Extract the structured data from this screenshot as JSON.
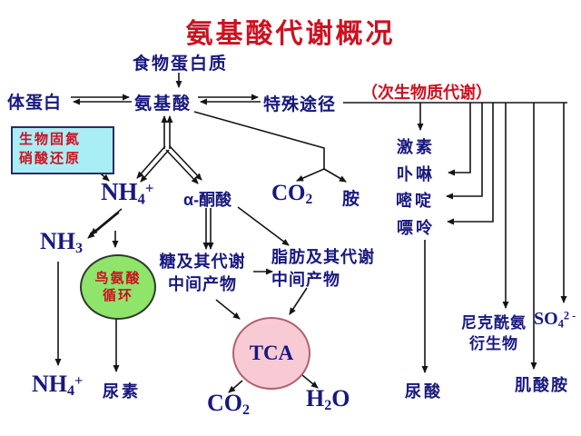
{
  "title": "氨基酸代谢概况",
  "colors": {
    "text_navy": "#18187e",
    "accent_red": "#cc1120",
    "nitrogen_box_bg": "#a9edf5",
    "ornithine_ellipse_bg": "#8fe46a",
    "tca_circle_bg": "#f8cbd4"
  },
  "nodes": {
    "food_protein": "食物蛋白质",
    "body_protein": "体蛋白",
    "amino_acid": "氨基酸",
    "special_pathway": "特殊途径",
    "secondary_metabolism": "（次生物质代谢）",
    "nitrogen_box": {
      "line1": "生物固氮",
      "line2": "硝酸还原"
    },
    "alpha_keto_acid": "α-酮酸",
    "amine": "胺",
    "hormone": "激素",
    "porphyrin": "卟啉",
    "pyrimidine": "嘧啶",
    "purine": "嘌呤",
    "ornithine_cycle": {
      "line1": "鸟氨酸",
      "line2": "循环"
    },
    "sugar_intermediates": {
      "line1": "糖及其代谢",
      "line2": "中间产物"
    },
    "fat_intermediates": {
      "line1": "脂肪及其代谢",
      "line2": "中间产物"
    },
    "tca": "TCA",
    "urea": "尿素",
    "uric_acid": "尿酸",
    "nicotinamide_derivatives": {
      "line1": "尼克酰氨",
      "line2": "衍生物"
    },
    "creatinamine": "肌酸胺"
  },
  "formulas": {
    "nh4_top": {
      "base": "NH",
      "sub": "4",
      "sup": "+"
    },
    "nh3": {
      "base": "NH",
      "sub": "3"
    },
    "co2_mid": {
      "base": "CO",
      "sub": "2"
    },
    "nh4_bottom": {
      "base": "NH",
      "sub": "4",
      "sup": "+"
    },
    "co2_bottom": {
      "base": "CO",
      "sub": "2"
    },
    "h2o": {
      "base1": "H",
      "sub": "2",
      "base2": "O"
    },
    "so4": {
      "base": "SO",
      "sub": "4",
      "sup": "2 -"
    }
  }
}
